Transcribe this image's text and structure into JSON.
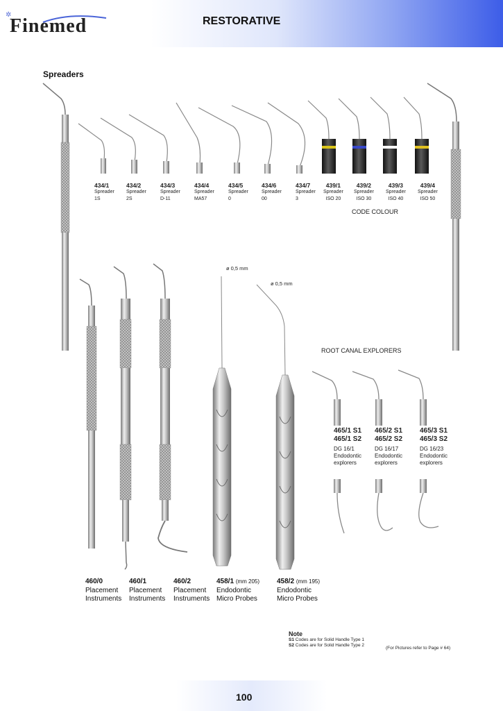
{
  "header": {
    "brand": "Finemed",
    "title": "RESTORATIVE"
  },
  "section": {
    "title": "Spreaders"
  },
  "spreaders": [
    {
      "code": "434/1",
      "type": "Spreader",
      "size": "1S"
    },
    {
      "code": "434/2",
      "type": "Spreader",
      "size": "2S"
    },
    {
      "code": "434/3",
      "type": "Spreader",
      "size": "D-11"
    },
    {
      "code": "434/4",
      "type": "Spreader",
      "size": "MA57"
    },
    {
      "code": "434/5",
      "type": "Spreader",
      "size": "0"
    },
    {
      "code": "434/6",
      "type": "Spreader",
      "size": "00"
    },
    {
      "code": "434/7",
      "type": "Spreader",
      "size": "3"
    },
    {
      "code": "439/1",
      "type": "Spreader",
      "size": "ISO 20"
    },
    {
      "code": "439/2",
      "type": "Spreader",
      "size": "ISO 30"
    },
    {
      "code": "439/3",
      "type": "Spreader",
      "size": "ISO 40"
    },
    {
      "code": "439/4",
      "type": "Spreader",
      "size": "ISO 50"
    }
  ],
  "code_colour": "CODE COLOUR",
  "colour_bands": [
    "#d9c41a",
    "#3848c8",
    "#ffffff",
    "#e0c020"
  ],
  "diameters": [
    "ø 0,5 mm",
    "ø 0,5 mm"
  ],
  "root_canal": {
    "title": "ROOT CANAL EXPLORERS",
    "items": [
      {
        "code1": "465/1 S1",
        "code2": "465/1 S2",
        "line1": "DG 16/1",
        "line2": "Endodontic",
        "line3": "explorers"
      },
      {
        "code1": "465/2 S1",
        "code2": "465/2 S2",
        "line1": "DG 16/17",
        "line2": "Endodontic",
        "line3": "explorers"
      },
      {
        "code1": "465/3 S1",
        "code2": "465/3 S2",
        "line1": "DG 16/23",
        "line2": "Endodontic",
        "line3": "explorers"
      }
    ]
  },
  "instruments": [
    {
      "code": "460/0",
      "mm": "",
      "line1": "Placement",
      "line2": "Instruments"
    },
    {
      "code": "460/1",
      "mm": "",
      "line1": "Placement",
      "line2": "Instruments"
    },
    {
      "code": "460/2",
      "mm": "",
      "line1": "Placement",
      "line2": "Instruments"
    },
    {
      "code": "458/1",
      "mm": "(mm 205)",
      "line1": "Endodontic",
      "line2": "Micro Probes"
    },
    {
      "code": "458/2",
      "mm": "(mm 195)",
      "line1": "Endodontic",
      "line2": "Micro Probes"
    }
  ],
  "note": {
    "title": "Note",
    "s1_code": "S1",
    "s1_text": "Codes are for Solid Handle Type 1",
    "s2_code": "S2",
    "s2_text": "Codes are for Solid Handle Type 2",
    "reference": "(For Pictures refer to Page # 64)"
  },
  "footer": {
    "page_number": "100"
  }
}
